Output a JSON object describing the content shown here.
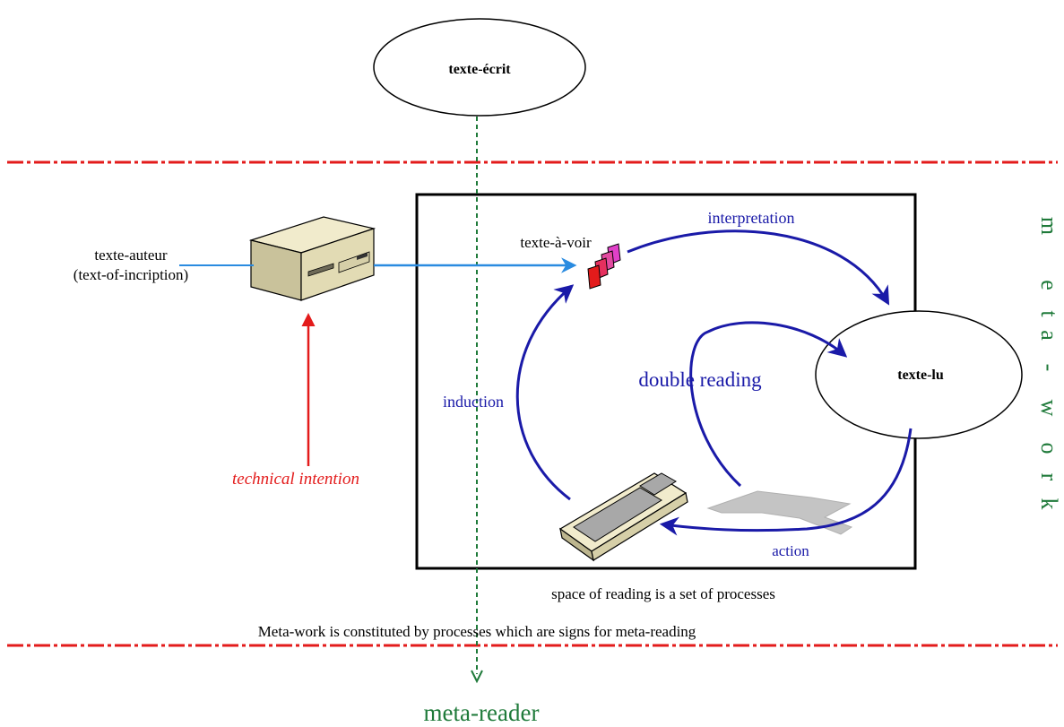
{
  "nodes": {
    "texte_ecrit": "texte-écrit",
    "texte_lu": "texte-lu",
    "texte_a_voir": "texte-à-voir",
    "texte_auteur_line1": "texte-auteur",
    "texte_auteur_line2": "(text-of-incription)"
  },
  "arrows": {
    "interpretation": "interpretation",
    "induction": "induction",
    "double_reading": "double reading",
    "action": "action",
    "technical_intention": "technical intention"
  },
  "captions": {
    "space_of_reading": "space of reading is a set of processes",
    "meta_work_statement": "Meta-work is constituted by processes which are signs for meta-reading",
    "meta_reader": "meta-reader"
  },
  "side_label": [
    "m",
    "e",
    "t",
    "a",
    "-",
    "w",
    "o",
    "r",
    "k"
  ],
  "colors": {
    "boundary_red": "#e31b1b",
    "process_blue": "#1a1aa8",
    "input_blue": "#2a8be0",
    "meta_green": "#1f7a3a"
  }
}
